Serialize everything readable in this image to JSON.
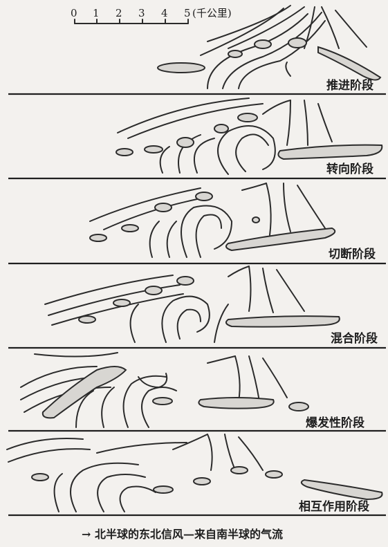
{
  "scale": {
    "ticks": [
      "0",
      "1",
      "2",
      "3",
      "4",
      "5"
    ],
    "unit": "(千公里)"
  },
  "stages": [
    {
      "label": "推进阶段"
    },
    {
      "label": "转向阶段"
    },
    {
      "label": "切断阶段"
    },
    {
      "label": "混合阶段"
    },
    {
      "label": "爆发性阶段"
    },
    {
      "label": "相互作用阶段"
    }
  ],
  "caption": "→ 北半球的东北信风—来自南半球的气流",
  "colors": {
    "background": "#f3f1ee",
    "line": "#2b2b2b",
    "cloud_fill": "#d8d6d2"
  }
}
